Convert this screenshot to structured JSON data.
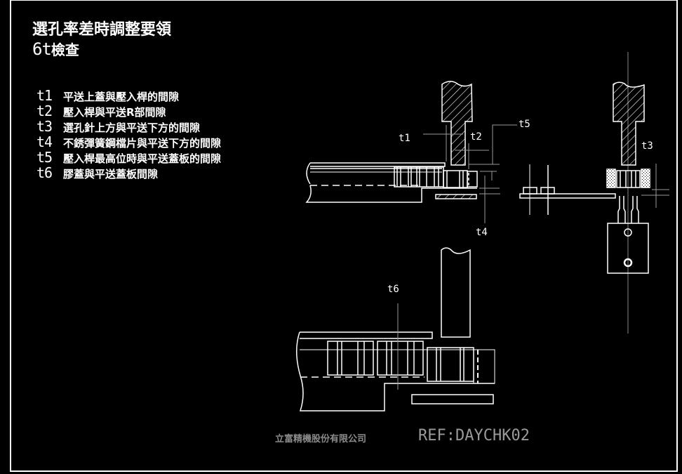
{
  "header": {
    "title": "選孔率差時調整要領",
    "subtitle_code": "6t",
    "subtitle_word": "檢查"
  },
  "legend": [
    {
      "code": "t1",
      "description": "平送上蓋與壓入桿的間隙"
    },
    {
      "code": "t2",
      "description": "壓入桿與平送R部間隙"
    },
    {
      "code": "t3",
      "description": "選孔針上方與平送下方的間隙"
    },
    {
      "code": "t4",
      "description": "不銹彈簧鋼檔片與平送下方的間隙"
    },
    {
      "code": "t5",
      "description": "壓入桿最高位時與平送蓋板的間隙"
    },
    {
      "code": "t6",
      "description": "膠蓋與平送蓋板間隙"
    }
  ],
  "dimension_labels": {
    "t1": "t1",
    "t2": "t2",
    "t3": "t3",
    "t4": "t4",
    "t5": "t5",
    "t6": "t6"
  },
  "footer": {
    "company": "立富精機股份有限公司",
    "reference": "REF:DAYCHK02"
  },
  "colors": {
    "background": "#000000",
    "line": "#ffffff",
    "dimension": "#9a9a9a"
  }
}
